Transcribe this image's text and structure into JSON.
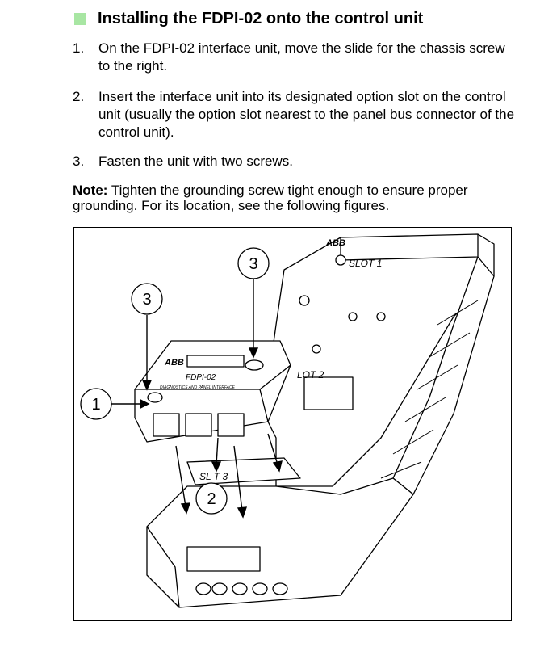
{
  "section": {
    "title": "Installing the FDPI-02 onto the control unit"
  },
  "steps": [
    {
      "number": "1.",
      "text": "On the FDPI-02 interface unit, move the slide for the chassis screw to the right."
    },
    {
      "number": "2.",
      "text": "Insert the interface unit into its designated option slot on the control unit (usually the option slot nearest to the panel bus connector of the control unit)."
    },
    {
      "number": "3.",
      "text": "Fasten the unit with two screws."
    }
  ],
  "note": {
    "label": "Note:",
    "text": " Tighten the grounding screw tight enough to ensure proper grounding. For its location, see the following figures."
  },
  "figure": {
    "callouts": [
      "1",
      "2",
      "3",
      "3"
    ],
    "labels": {
      "brand_top": "ABB",
      "slot1": "SLOT 1",
      "slot2": "LOT 2",
      "slot3": "SL T 3",
      "module_brand": "ABB",
      "module_name": "FDPI-02",
      "module_subtitle": "DIAGNOSTICS AND PANEL INTERFACE"
    }
  },
  "colors": {
    "heading_square": "#a8e6a3",
    "text": "#000000"
  }
}
